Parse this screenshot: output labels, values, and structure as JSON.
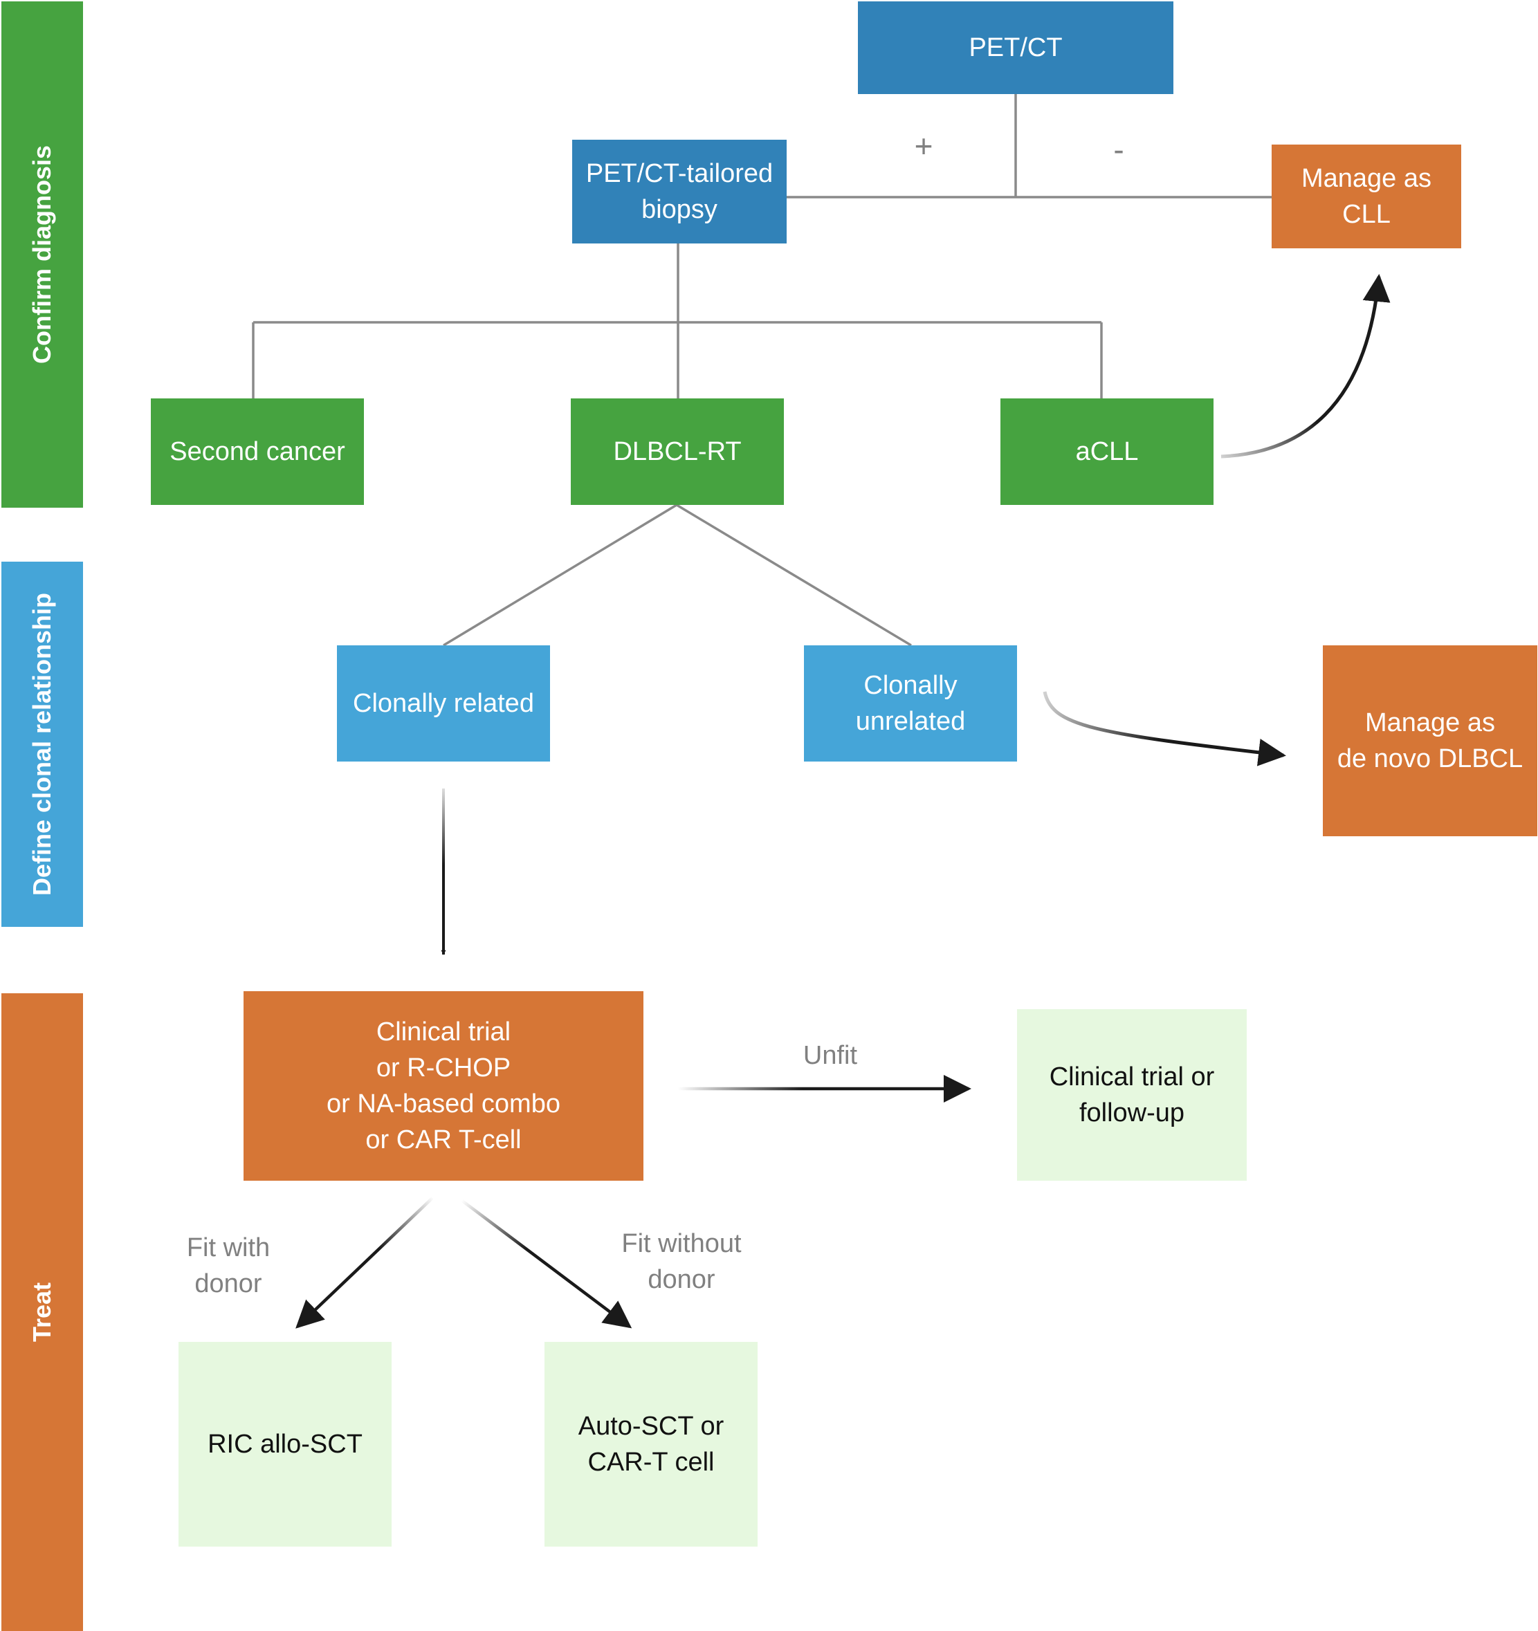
{
  "colors": {
    "green": "#46a340",
    "blue_dark": "#3182b8",
    "blue_light": "#45a5d8",
    "orange": "#d67636",
    "pale_green": "#e6f8df",
    "connector": "#8a8a8a",
    "arrow": "#1a1a1a",
    "edge_label": "#808080"
  },
  "phases": {
    "confirm_diagnosis": "Confirm diagnosis",
    "define_clonal_relationship": "Define clonal relationship",
    "treat": "Treat"
  },
  "nodes": {
    "pet_ct": "PET/CT",
    "pet_ct_biopsy": "PET/CT-tailored\nbiopsy",
    "manage_cll": "Manage as\nCLL",
    "second_cancer": "Second cancer",
    "dlbcl_rt": "DLBCL-RT",
    "acll": "aCLL",
    "clonally_related": "Clonally related",
    "clonally_unrelated": "Clonally\nunrelated",
    "manage_denovo": "Manage as\nde novo DLBCL",
    "treatment_options": "Clinical trial\nor R-CHOP\nor NA-based combo\nor CAR T-cell",
    "trial_followup": "Clinical trial or\nfollow-up",
    "ric_allo": "RIC allo-SCT",
    "auto_sct": "Auto-SCT or\nCAR-T cell"
  },
  "edge_labels": {
    "positive": "+",
    "negative": "-",
    "unfit": "Unfit",
    "fit_with_donor": "Fit with\ndonor",
    "fit_without_donor": "Fit without\ndonor"
  }
}
